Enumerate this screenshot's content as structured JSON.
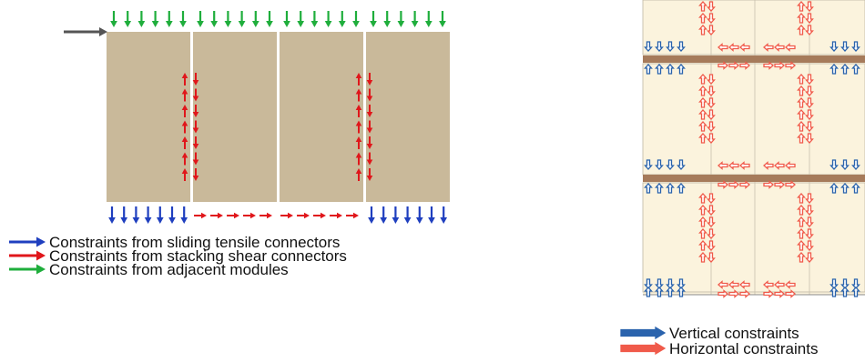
{
  "left_figure": {
    "legend": [
      {
        "label": "Constraints from sliding tensile connectors",
        "color": "#1f3fbf"
      },
      {
        "label": "Constraints from stacking shear connectors",
        "color": "#e0161b"
      },
      {
        "label": "Constraints from adjacent modules",
        "color": "#1fae3c"
      }
    ],
    "panel_color": "#c9b99a",
    "load_arrow_color": "#555555"
  },
  "right_figure": {
    "legend": [
      {
        "label": "Vertical constraints",
        "color": "#2a63ad"
      },
      {
        "label": "Horizontal constraints",
        "color": "#f05a4a"
      }
    ],
    "panel_color": "#fbf3dd",
    "beam_color": "#a67b5b"
  }
}
